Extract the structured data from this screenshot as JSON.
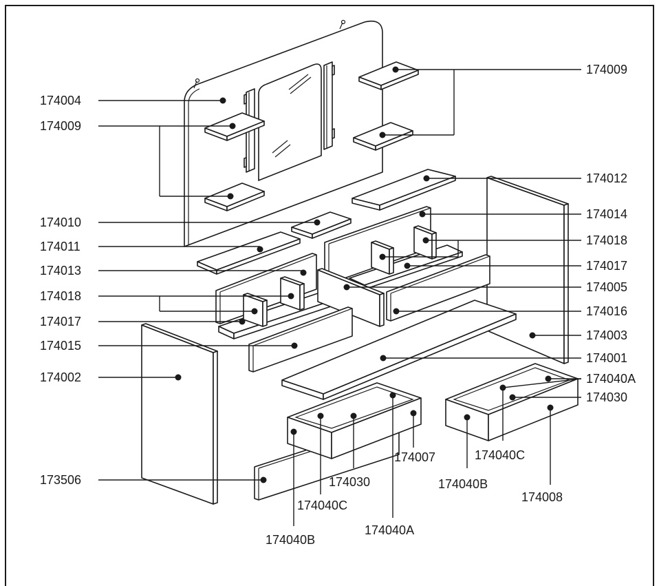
{
  "diagram": {
    "labels": {
      "l174004": "174004",
      "l174009a": "174009",
      "l174009b": "174009",
      "l174010": "174010",
      "l174011": "174011",
      "l174013": "174013",
      "l174018a": "174018",
      "l174017a": "174017",
      "l174015": "174015",
      "l174002": "174002",
      "l173506": "173506",
      "l174012": "174012",
      "l174014": "174014",
      "l174018b": "174018",
      "l174017b": "174017",
      "l174005": "174005",
      "l174016": "174016",
      "l174003": "174003",
      "l174001": "174001",
      "l174040A_r": "174040A",
      "l174030_r": "174030",
      "l174040C_r": "174040C",
      "l174040B_r": "174040B",
      "l174008": "174008",
      "l174007": "174007",
      "l174030_l": "174030",
      "l174040C_l": "174040C",
      "l174040A_l": "174040A",
      "l174040B_l": "174040B"
    }
  }
}
